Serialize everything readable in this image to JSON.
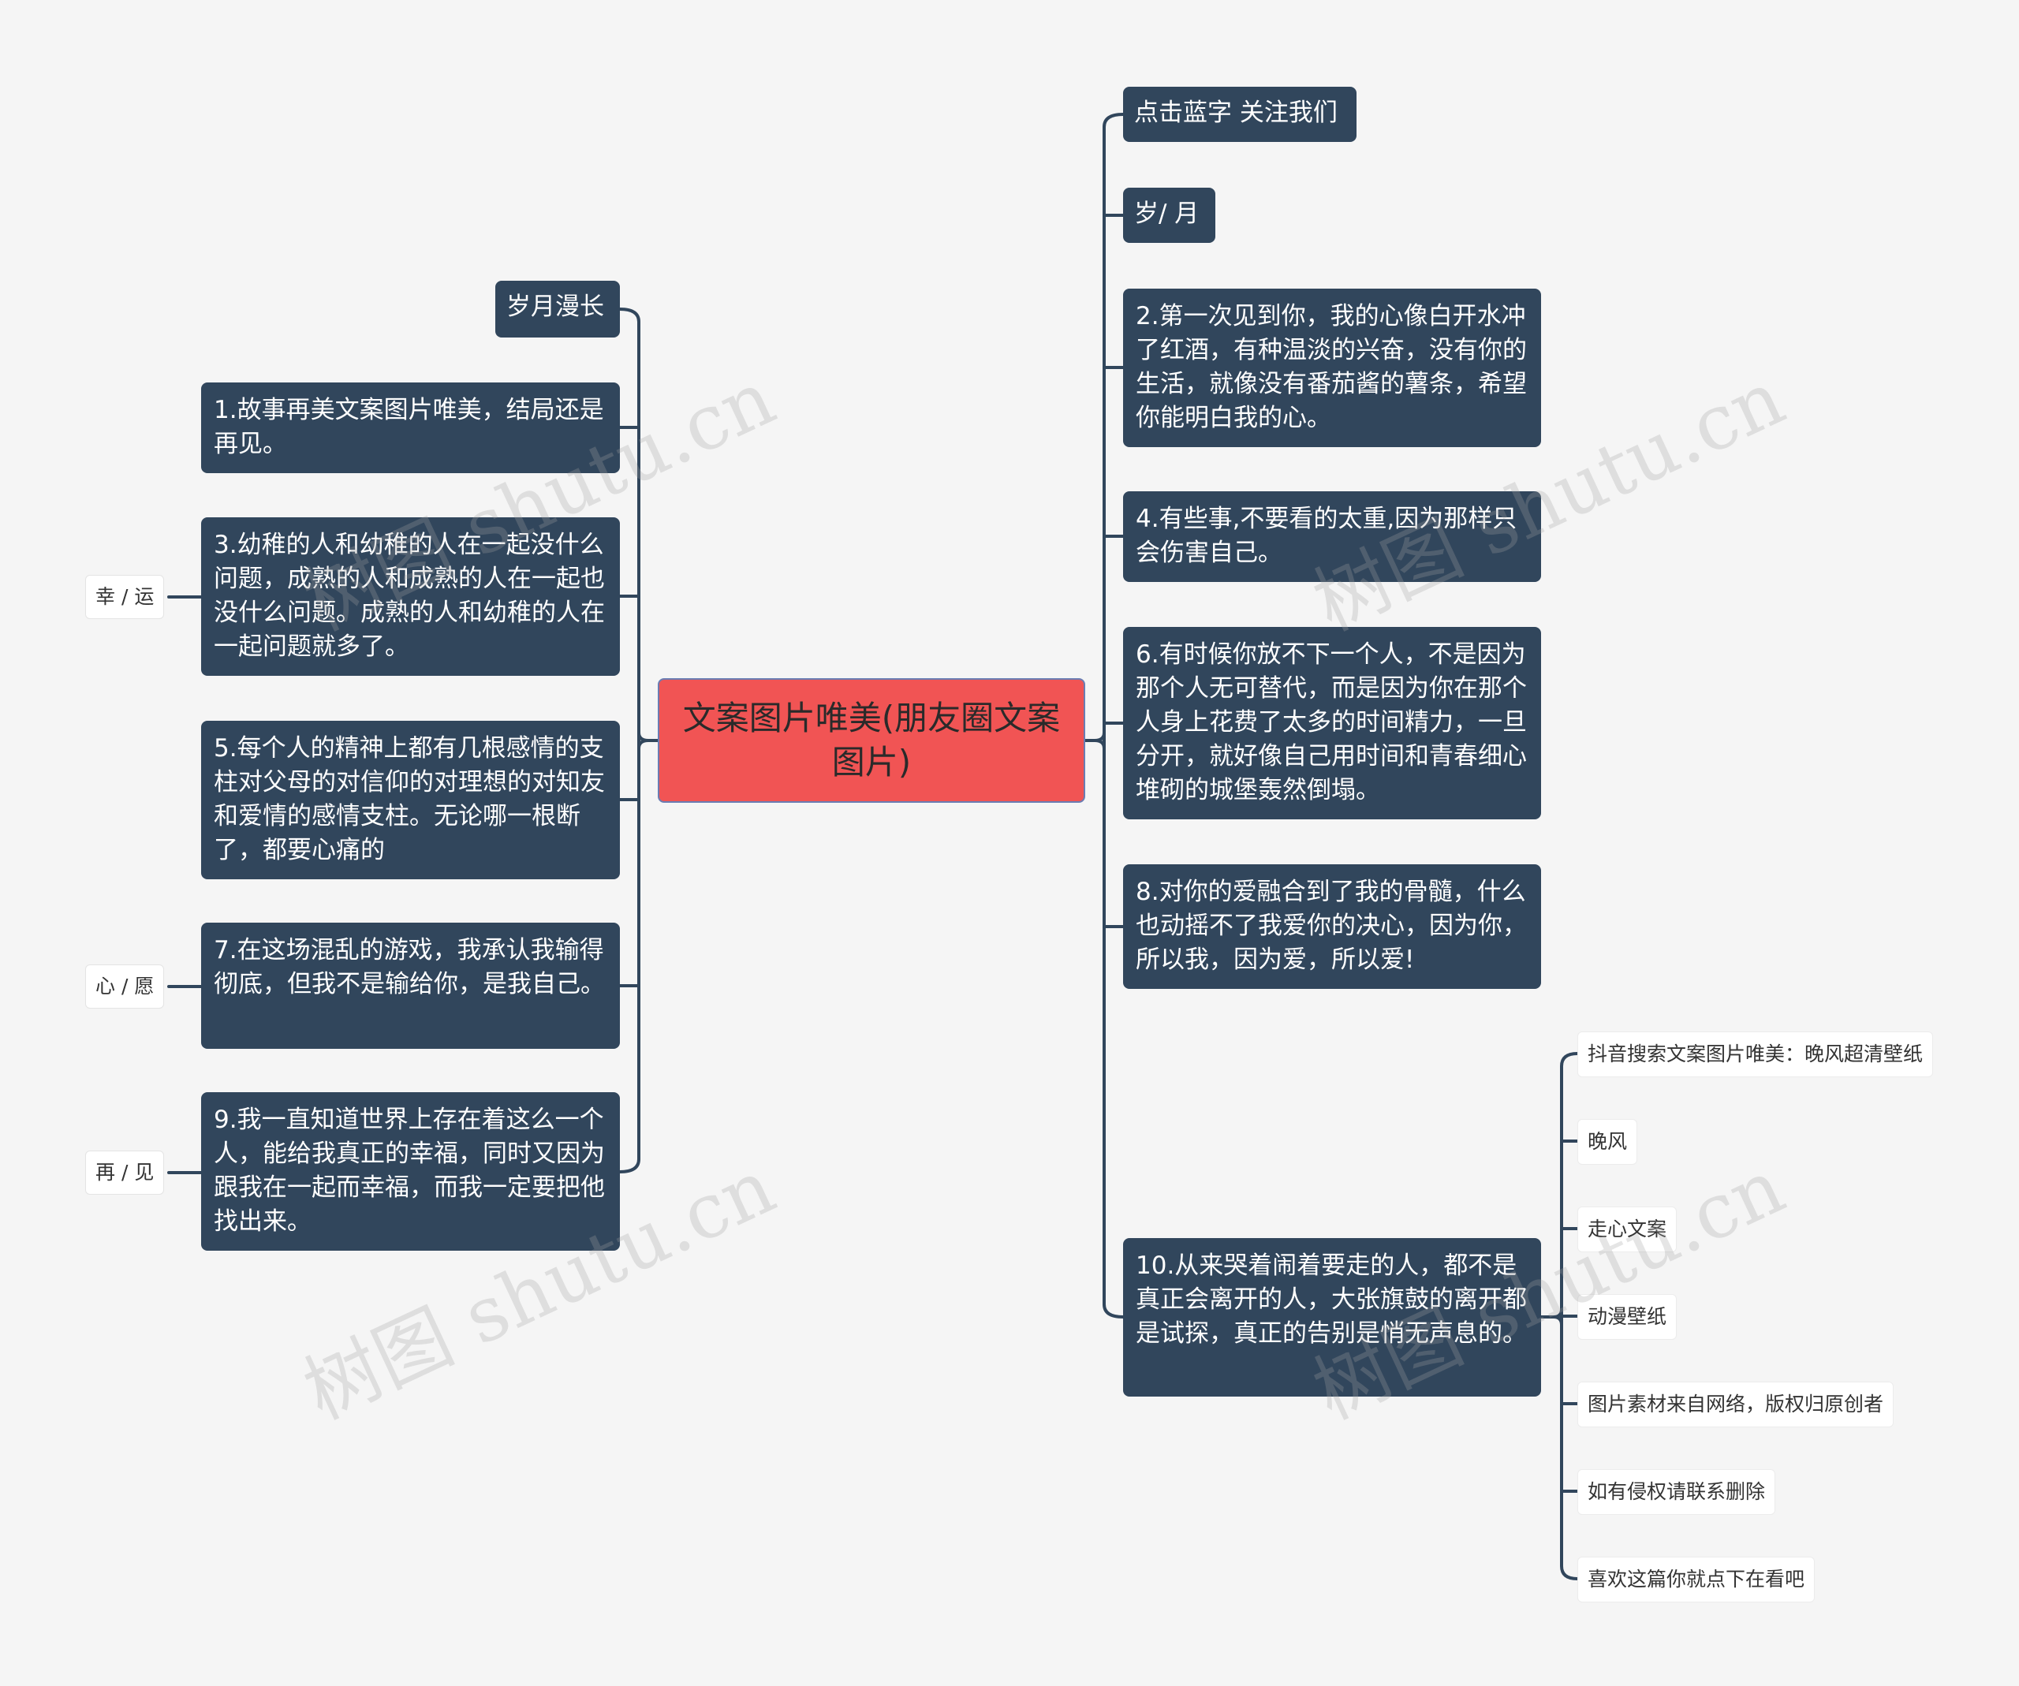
{
  "root": {
    "label": "文案图片唯美(朋友圈文案图片)"
  },
  "left": {
    "nodes": [
      "岁月漫长",
      "1.故事再美文案图片唯美，结局还是再见。",
      "3.幼稚的人和幼稚的人在一起没什么问题，成熟的人和成熟的人在一起也没什么问题。成熟的人和幼稚的人在一起问题就多了。",
      "5.每个人的精神上都有几根感情的支柱对父母的对信仰的对理想的对知友和爱情的感情支柱。无论哪一根断了，都要心痛的",
      "7.在这场混乱的游戏，我承认我输得彻底，但我不是输给你，是我自己。",
      "9.我一直知道世界上存在着这么一个人，能给我真正的幸福，同时又因为跟我在一起而幸福，而我一定要把他找出来。"
    ],
    "tags": [
      "幸 / 运",
      "心 / 愿",
      "再 / 见"
    ]
  },
  "right": {
    "nodes": [
      "点击蓝字 关注我们",
      "岁/ 月",
      "2.第一次见到你，我的心像白开水冲了红酒，有种温淡的兴奋，没有你的生活，就像没有番茄酱的薯条，希望你能明白我的心。",
      "4.有些事,不要看的太重,因为那样只会伤害自己。",
      "6.有时候你放不下一个人，不是因为那个人无可替代，而是因为你在那个人身上花费了太多的时间精力，一旦分开，就好像自己用时间和青春细心堆砌的城堡轰然倒塌。",
      "8.对你的爱融合到了我的骨髓，什么也动摇不了我爱你的决心，因为你，所以我，因为爱，所以爱!",
      "10.从来哭着闹着要走的人，都不是真正会离开的人，大张旗鼓的离开都是试探，真正的告别是悄无声息的。"
    ],
    "leaves": [
      "抖音搜索文案图片唯美：晚风超清壁纸",
      "晚风",
      "走心文案",
      "动漫壁纸",
      "图片素材来自网络，版权归原创者",
      "如有侵权请联系删除",
      "喜欢这篇你就点下在看吧"
    ]
  },
  "watermark": "树图 shutu.cn",
  "colors": {
    "node_bg": "#31465c",
    "root_bg": "#f15454",
    "line": "#31465c",
    "background": "#f5f5f5"
  }
}
